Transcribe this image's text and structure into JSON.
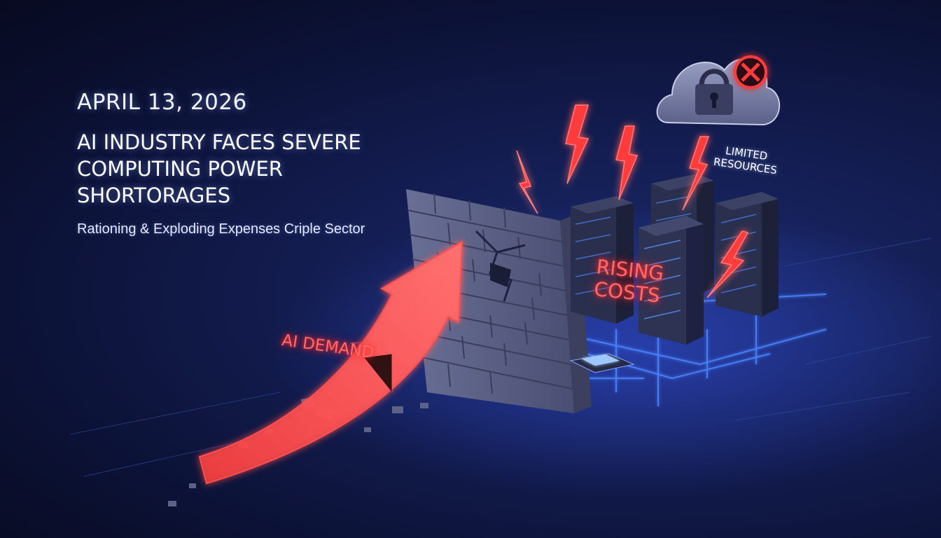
{
  "headline": {
    "date": "APRIL 13, 2026",
    "title_line_1": "AI INDUSTRY FACES SEVERE",
    "title_line_2": "COMPUTING POWER SHORTORAGES",
    "subtitle": "Rationing & Exploding Expenses Criple Sector"
  },
  "labels": {
    "ai_demand": "AI DEMAND",
    "rising_costs_line_1": "RISING",
    "rising_costs_line_2": "COSTS",
    "limited_resources_line_1": "LIMITED",
    "limited_resources_line_2": "RESOURCES"
  },
  "colors": {
    "background": "#0a0f2e",
    "neon_red": "#ff3b3b",
    "circuit_blue": "#3f7bff",
    "wall_gray": "#5a5f82",
    "server_dark": "#2a2f4e"
  },
  "icons": [
    "lock-icon",
    "no-entry-icon",
    "cloud-icon",
    "lightning-icon",
    "chip-icon"
  ]
}
